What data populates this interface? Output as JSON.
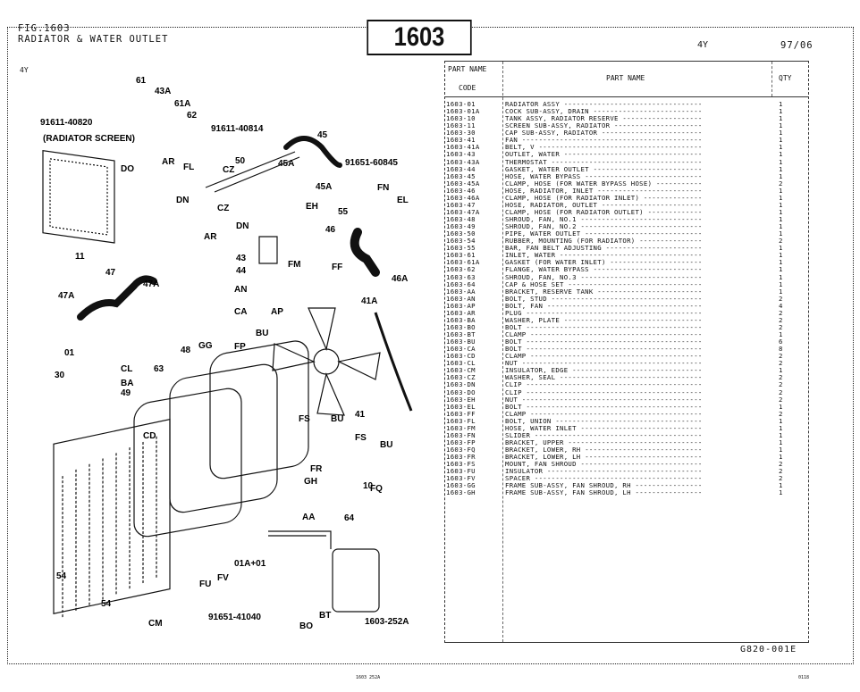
{
  "header": {
    "fig_number": "FIG.1603",
    "fig_title": "RADIATOR & WATER OUTLET",
    "page_code": "1603",
    "model": "4Y",
    "date": "97/06",
    "model_note": "4Y"
  },
  "table": {
    "col_code": "PART NAME CODE",
    "col_code_l1": "PART NAME",
    "col_code_l2": "CODE",
    "col_name": "PART  NAME",
    "col_qty": "QTY",
    "rows": [
      [
        "1603-01",
        "RADIATOR ASSY",
        "1"
      ],
      [
        "1603-01A",
        "COCK SUB-ASSY, DRAIN",
        "1"
      ],
      [
        "1603-10",
        "TANK ASSY, RADIATOR RESERVE",
        "1"
      ],
      [
        "1603-11",
        "SCREEN SUB-ASSY, RADIATOR",
        "1"
      ],
      [
        "1603-30",
        "CAP SUB-ASSY, RADIATOR",
        "1"
      ],
      [
        "1603-41",
        "FAN",
        "1"
      ],
      [
        "1603-41A",
        "BELT, V",
        "1"
      ],
      [
        "1603-43",
        "OUTLET, WATER",
        "1"
      ],
      [
        "1603-43A",
        "THERMOSTAT",
        "1"
      ],
      [
        "1603-44",
        "GASKET, WATER OUTLET",
        "1"
      ],
      [
        "1603-45",
        "HOSE, WATER BYPASS",
        "1"
      ],
      [
        "1603-45A",
        "CLAMP, HOSE (FOR WATER BYPASS HOSE)",
        "2"
      ],
      [
        "1603-46",
        "HOSE, RADIATOR, INLET",
        "1"
      ],
      [
        "1603-46A",
        "CLAMP, HOSE (FOR RADIATOR INLET)",
        "1"
      ],
      [
        "1603-47",
        "HOSE, RADIATOR, OUTLET",
        "1"
      ],
      [
        "1603-47A",
        "CLAMP, HOSE (FOR RADIATOR OUTLET)",
        "1"
      ],
      [
        "1603-48",
        "SHROUD, FAN, NO.1",
        "1"
      ],
      [
        "1603-49",
        "SHROUD, FAN, NO.2",
        "1"
      ],
      [
        "1603-50",
        "PIPE, WATER OUTLET",
        "1"
      ],
      [
        "1603-54",
        "RUBBER, MOUNTING (FOR RADIATOR)",
        "2"
      ],
      [
        "1603-55",
        "BAR, FAN BELT ADJUSTING",
        "1"
      ],
      [
        "1603-61",
        "INLET, WATER",
        "1"
      ],
      [
        "1603-61A",
        "GASKET (FOR WATER INLET)",
        "1"
      ],
      [
        "1603-62",
        "FLANGE, WATER BYPASS",
        "1"
      ],
      [
        "1603-63",
        "SHROUD, FAN, NO.3",
        "1"
      ],
      [
        "1603-64",
        "CAP & HOSE SET",
        "1"
      ],
      [
        "1603-AA",
        "BRACKET, RESERVE TANK",
        "1"
      ],
      [
        "1603-AN",
        "BOLT, STUD",
        "2"
      ],
      [
        "1603-AP",
        "BOLT, FAN",
        "4"
      ],
      [
        "1603-AR",
        "PLUG",
        "2"
      ],
      [
        "1603-BA",
        "WASHER, PLATE",
        "2"
      ],
      [
        "1603-BO",
        "BOLT",
        "2"
      ],
      [
        "1603-BT",
        "CLAMP",
        "1"
      ],
      [
        "1603-BU",
        "BOLT",
        "6"
      ],
      [
        "1603-CA",
        "BOLT",
        "8"
      ],
      [
        "1603-CD",
        "CLAMP",
        "2"
      ],
      [
        "1603-CL",
        "NUT",
        "2"
      ],
      [
        "1603-CM",
        "INSULATOR, EDGE",
        "1"
      ],
      [
        "1603-CZ",
        "WASHER, SEAL",
        "2"
      ],
      [
        "1603-DN",
        "CLIP",
        "2"
      ],
      [
        "1603-DO",
        "CLIP",
        "2"
      ],
      [
        "1603-EH",
        "NUT",
        "2"
      ],
      [
        "1603-EL",
        "BOLT",
        "1"
      ],
      [
        "1603-FF",
        "CLAMP",
        "2"
      ],
      [
        "1603-FL",
        "BOLT, UNION",
        "1"
      ],
      [
        "1603-FM",
        "HOSE, WATER INLET",
        "1"
      ],
      [
        "1603-FN",
        "SLIDER",
        "1"
      ],
      [
        "1603-FP",
        "BRACKET, UPPER",
        "1"
      ],
      [
        "1603-FQ",
        "BRACKET, LOWER, RH",
        "1"
      ],
      [
        "1603-FR",
        "BRACKET, LOWER, LH",
        "1"
      ],
      [
        "1603-FS",
        "MOUNT, FAN SHROUD",
        "2"
      ],
      [
        "1603-FU",
        "INSULATOR",
        "2"
      ],
      [
        "1603-FV",
        "SPACER",
        "2"
      ],
      [
        "1603-GG",
        "FRAME SUB-ASSY, FAN SHROUD, RH",
        "1"
      ],
      [
        "1603-GH",
        "FRAME SUB-ASSY, FAN SHROUD, LH",
        "1"
      ]
    ]
  },
  "diagram": {
    "callouts": [
      "61",
      "43A",
      "91611-40820",
      "61A",
      "62",
      "91611-40814",
      "(RADIATOR SCREEN)",
      "45",
      "DO",
      "AR",
      "FL",
      "CZ",
      "50",
      "45A",
      "91651-60845",
      "45A",
      "FN",
      "DN",
      "CZ",
      "EH",
      "EL",
      "55",
      "11",
      "DN",
      "AR",
      "46",
      "43",
      "44",
      "FM",
      "FF",
      "46A",
      "47",
      "47A",
      "47A",
      "AN",
      "41A",
      "CA",
      "AP",
      "BU",
      "01",
      "CL",
      "30",
      "BA",
      "49",
      "48",
      "GG",
      "63",
      "FP",
      "CD",
      "FS",
      "BU",
      "FS",
      "BU",
      "FR",
      "GH",
      "41",
      "FQ",
      "10",
      "AA",
      "64",
      "01A+01",
      "54",
      "FV",
      "FU",
      "54",
      "CM",
      "91651-41040",
      "BT",
      "BO",
      "1603-252A"
    ]
  },
  "footer": {
    "code": "G820-001E",
    "scan_ref": "1603  252A",
    "page_ref": "0118"
  }
}
